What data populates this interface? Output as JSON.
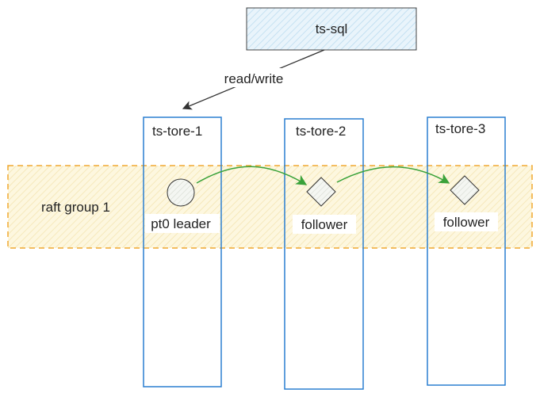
{
  "diagram": {
    "client": {
      "label": "ts-sql"
    },
    "edge_label": "read/write",
    "group": {
      "label": "raft group 1"
    },
    "stores": [
      {
        "label": "ts-tore-1"
      },
      {
        "label": "ts-tore-2"
      },
      {
        "label": "ts-tore-3"
      }
    ],
    "replicas": [
      {
        "role": "pt0 leader",
        "shape": "circle"
      },
      {
        "role": "follower",
        "shape": "diamond"
      },
      {
        "role": "follower",
        "shape": "diamond"
      }
    ],
    "colors": {
      "store_border": "#2a7fd0",
      "group_border": "#f0a830",
      "group_fill": "#fdf6dc",
      "client_border": "#444444",
      "client_fill": "#e6f2fa",
      "replication_arrow": "#3aa23a",
      "request_arrow": "#333333",
      "node_fill": "#eef3ee"
    }
  }
}
